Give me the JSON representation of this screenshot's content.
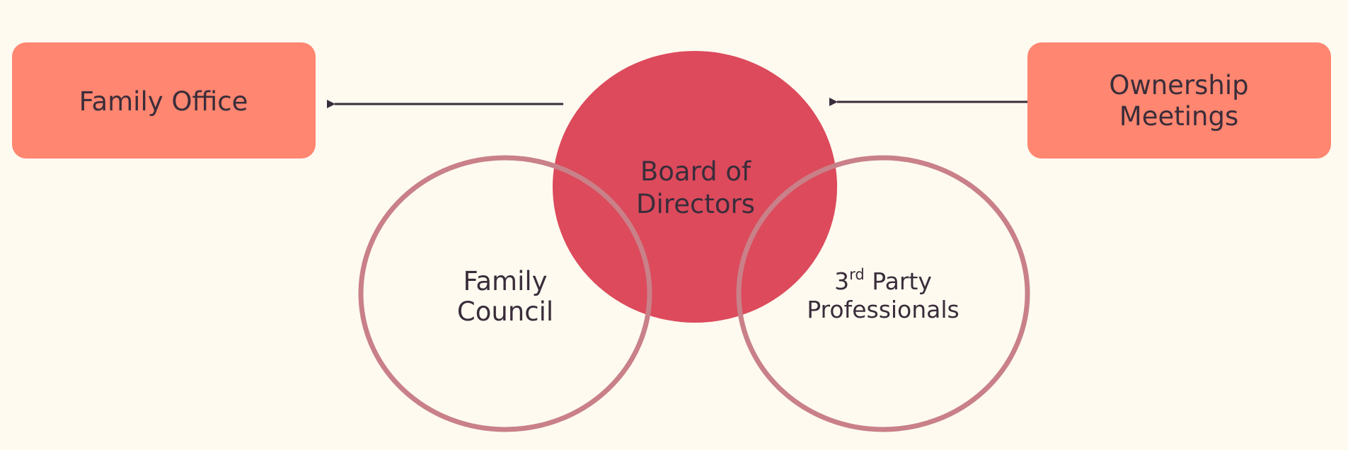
{
  "colors": {
    "background": "#fefaf0",
    "box_fill": "#ff8670",
    "board_fill": "#dc4a5c",
    "ring_stroke": "#c98088",
    "arrow": "#3a2d3a",
    "text": "#3a2d3a"
  },
  "nodes": {
    "family_office": {
      "label": "Family Office"
    },
    "ownership_meetings": {
      "label_line1": "Ownership",
      "label_line2": "Meetings"
    },
    "board": {
      "label_line1": "Board of",
      "label_line2": "Directors"
    },
    "family_council": {
      "label_line1": "Family",
      "label_line2": "Council"
    },
    "third_party": {
      "label_num": "3",
      "label_sup": "rd",
      "label_rest": " Party",
      "label_line2": "Professionals"
    }
  },
  "edges": [
    {
      "from": "board",
      "to": "family_office"
    },
    {
      "from": "ownership_meetings",
      "to": "board"
    }
  ]
}
